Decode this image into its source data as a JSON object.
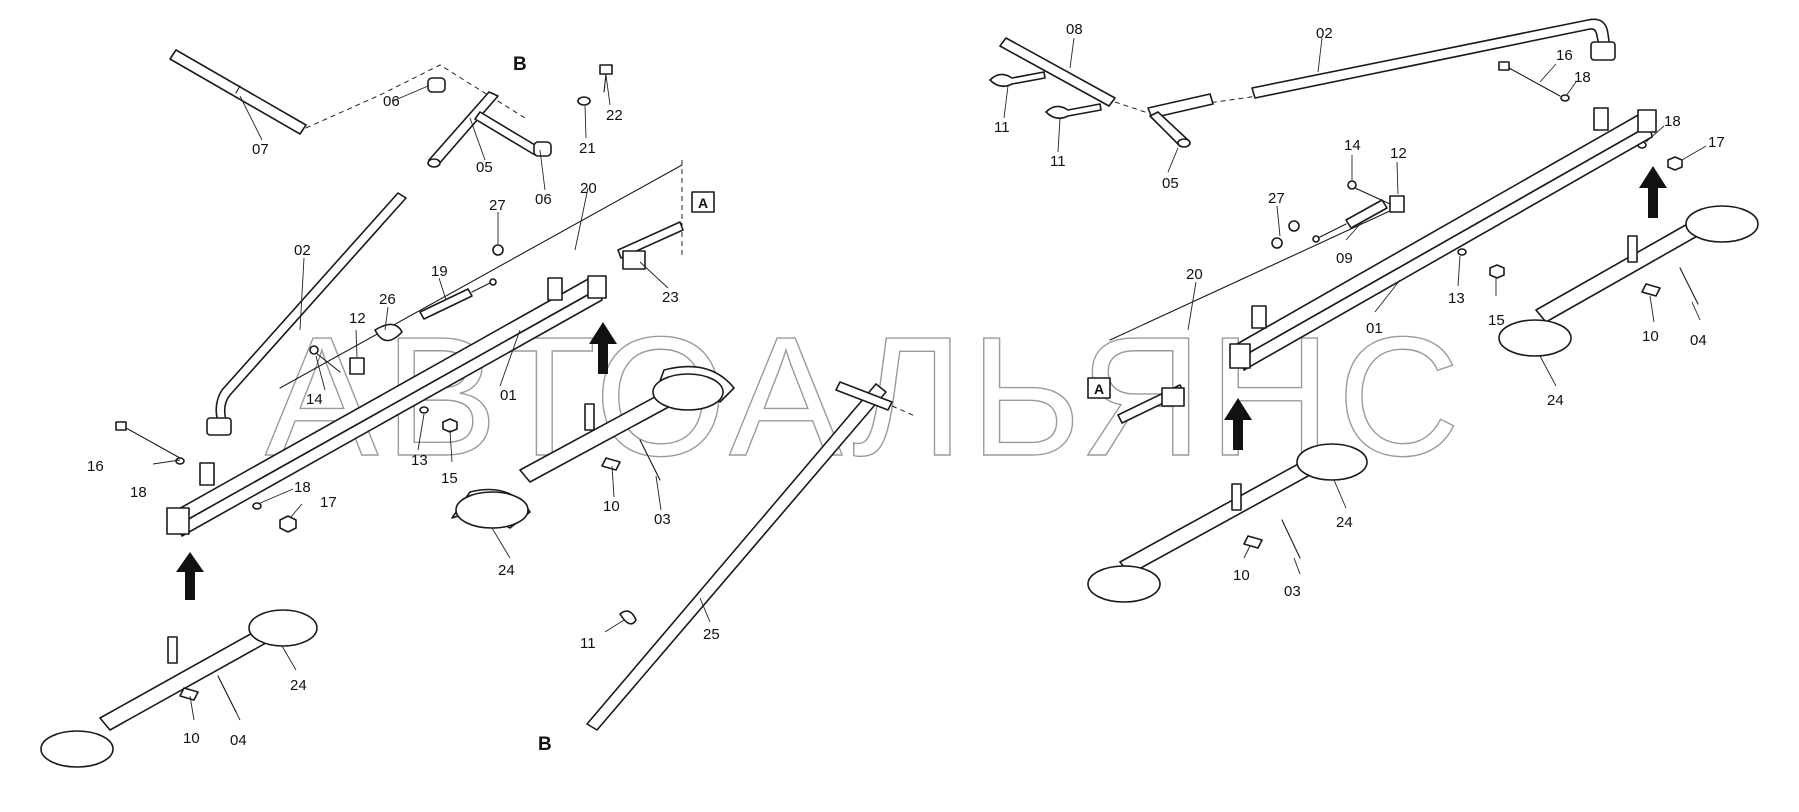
{
  "watermark": "АВТОАЛЬЯНС",
  "views": {
    "left": {
      "callouts": {
        "c07": "07",
        "c06a": "06",
        "c06b": "06",
        "c05": "05",
        "c21": "21",
        "c22": "22",
        "c02": "02",
        "c20": "20",
        "c27": "27",
        "c23": "23",
        "c19": "19",
        "c26": "26",
        "c12": "12",
        "c14": "14",
        "c01": "01",
        "c13": "13",
        "c15": "15",
        "c16": "16",
        "c18a": "18",
        "c18b": "18",
        "c17": "17",
        "c10a": "10",
        "c03": "03",
        "c24a": "24",
        "c24b": "24",
        "c10b": "10",
        "c04": "04",
        "c11": "11",
        "c25": "25"
      },
      "refB_top": "B",
      "refB_bottom": "B",
      "refA": "A"
    },
    "right": {
      "callouts": {
        "c08": "08",
        "c02": "02",
        "c16": "16",
        "c18a": "18",
        "c18b": "18",
        "c17": "17",
        "c11a": "11",
        "c11b": "11",
        "c05": "05",
        "c14": "14",
        "c12": "12",
        "c27": "27",
        "c09": "09",
        "c20": "20",
        "c13": "13",
        "c15": "15",
        "c01": "01",
        "c10a": "10",
        "c04": "04",
        "c24a": "24",
        "c24b": "24",
        "c10b": "10",
        "c03": "03"
      },
      "refA": "A"
    }
  },
  "colors": {
    "line": "#1a1a1a",
    "watermark": "#9a9a9a",
    "background": "#ffffff"
  }
}
